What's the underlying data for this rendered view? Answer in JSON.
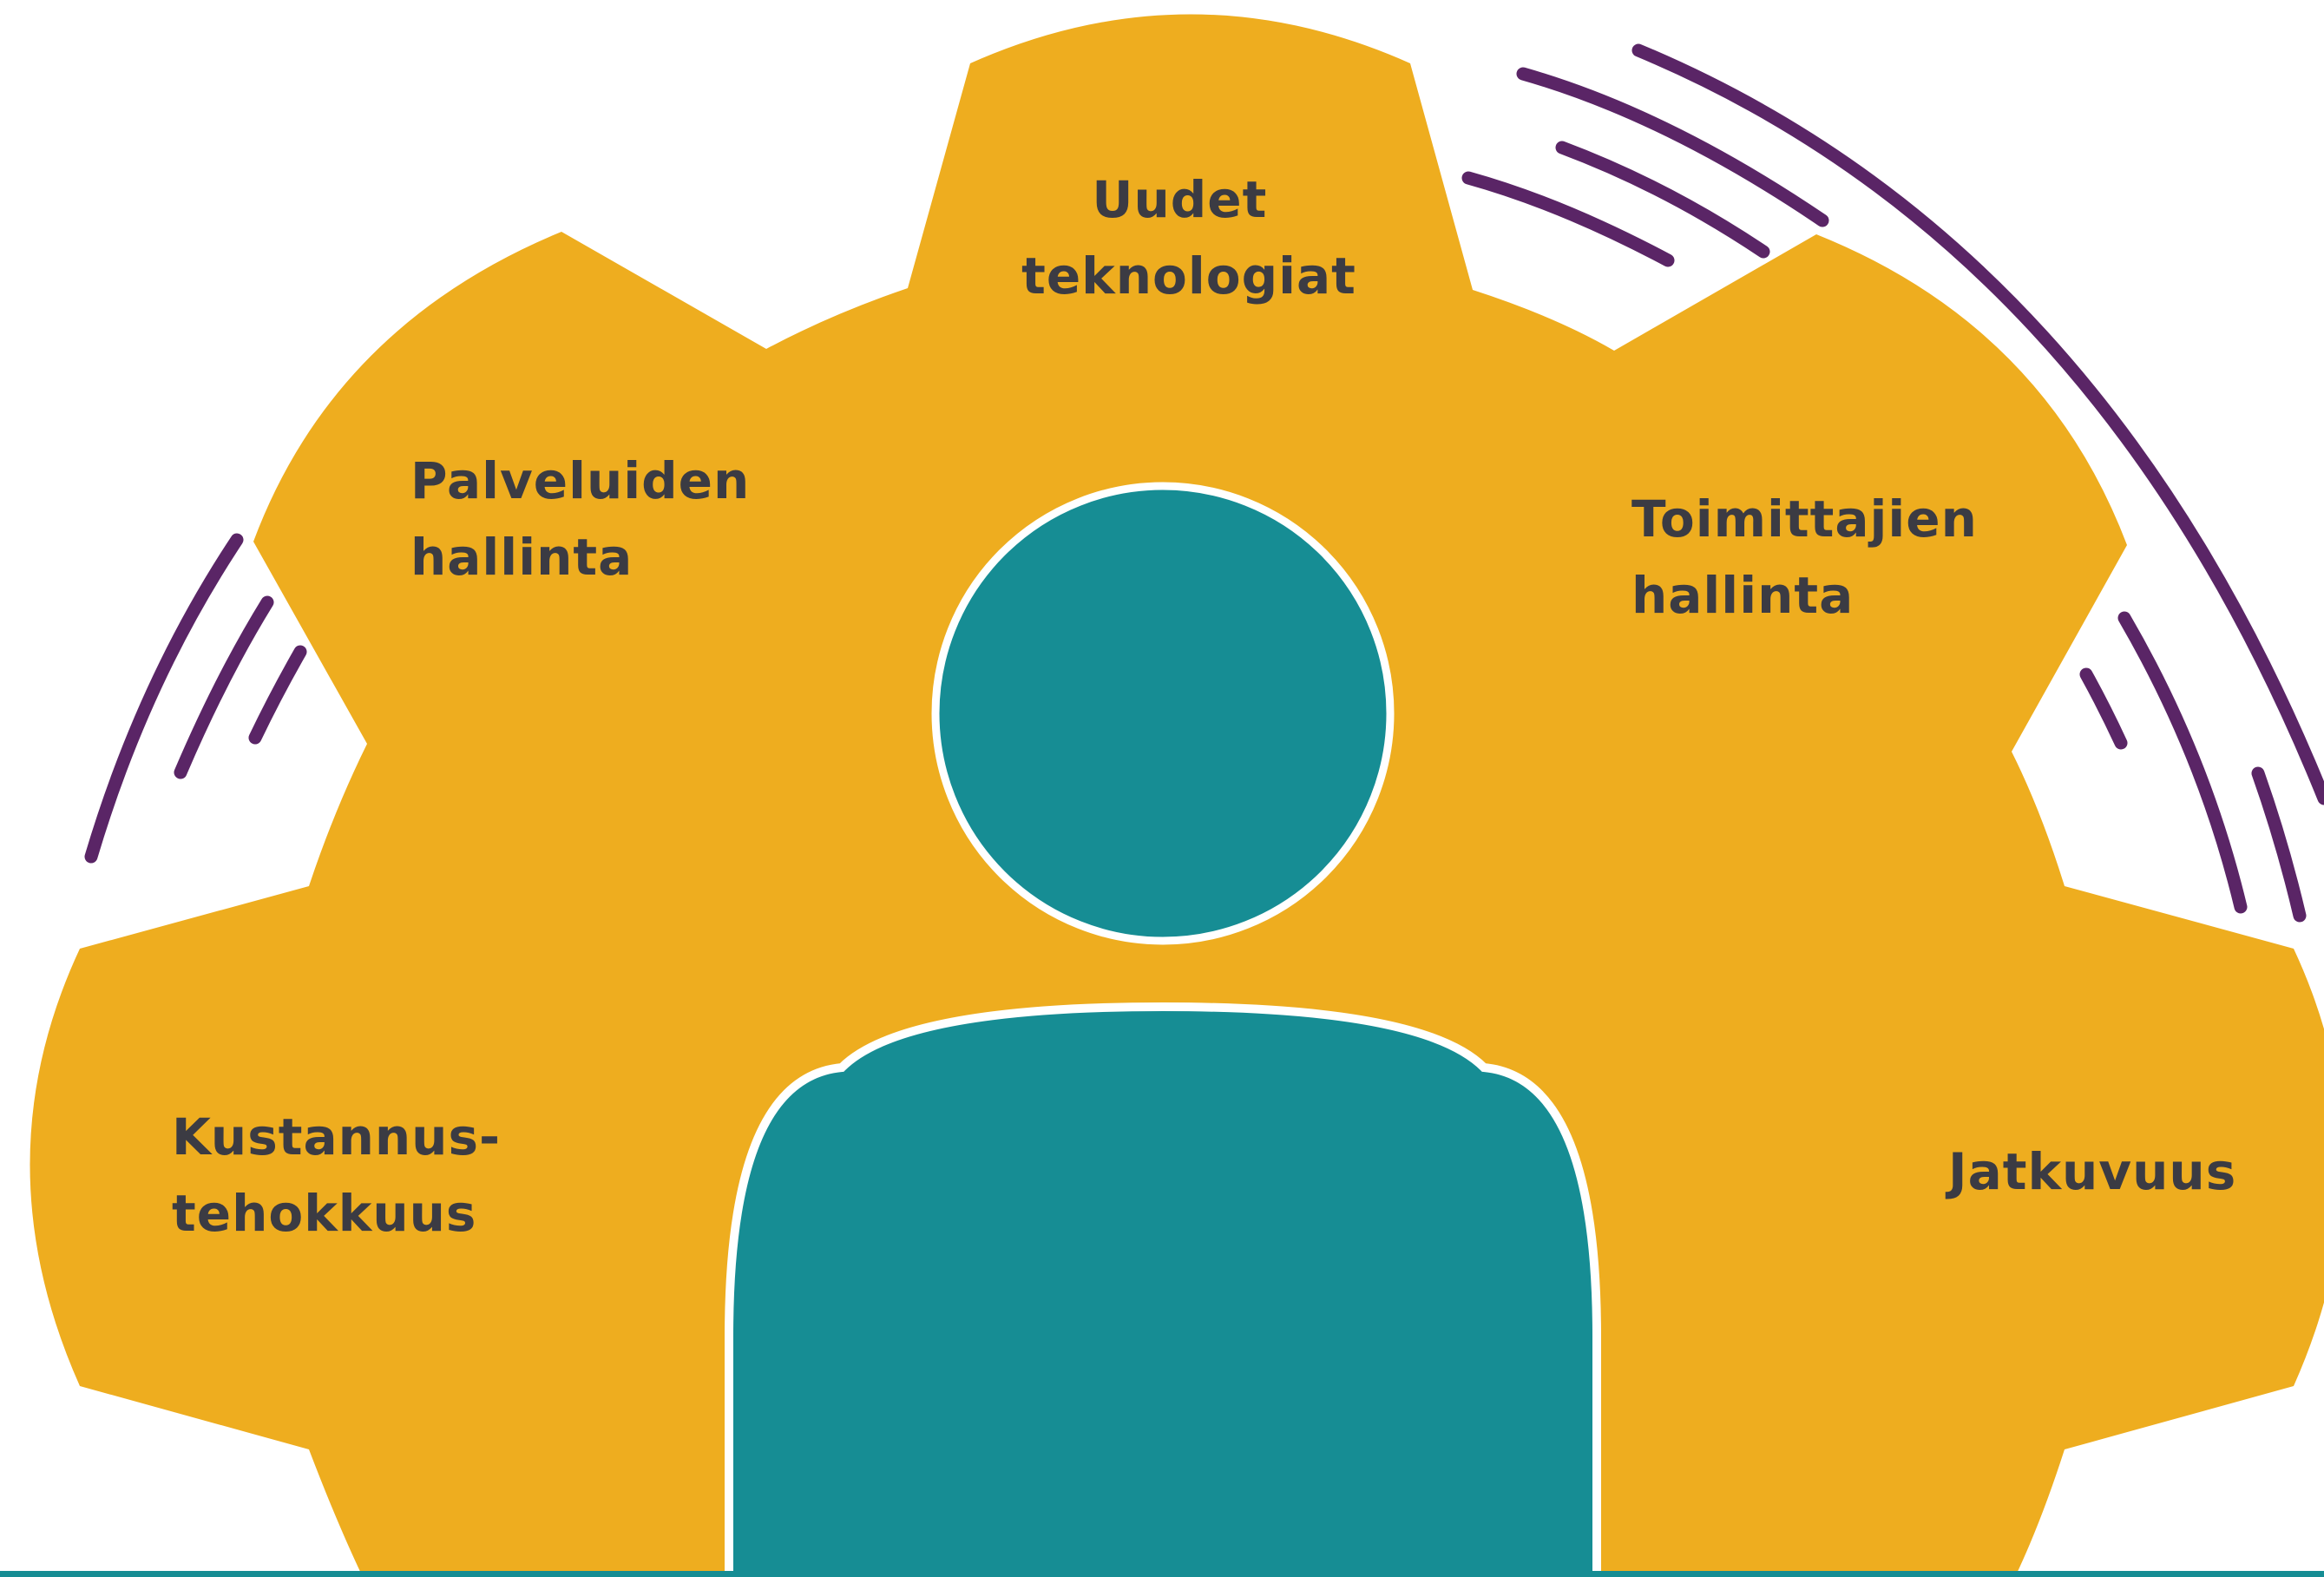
{
  "colors": {
    "gear": "#EEAD1F",
    "person": "#168D94",
    "person_outline": "#FFFFFF",
    "motion_lines": "#5A2566",
    "label_text": "#3B3B43",
    "bottom_strip": "#168D94",
    "background": "#FFFFFF"
  },
  "segments": {
    "top": {
      "line1": "Uudet",
      "line2": "teknologiat"
    },
    "upper_left": {
      "line1": "Palveluiden",
      "line2": "hallinta"
    },
    "upper_right": {
      "line1": "Toimittajien",
      "line2": "hallinta"
    },
    "lower_left": {
      "line1": "Kustannus-",
      "line2": "tehokkuus"
    },
    "lower_right": {
      "line1": "Jatkuvuus"
    }
  },
  "icons": [
    "gear-icon",
    "person-icon",
    "motion-lines-icon"
  ]
}
